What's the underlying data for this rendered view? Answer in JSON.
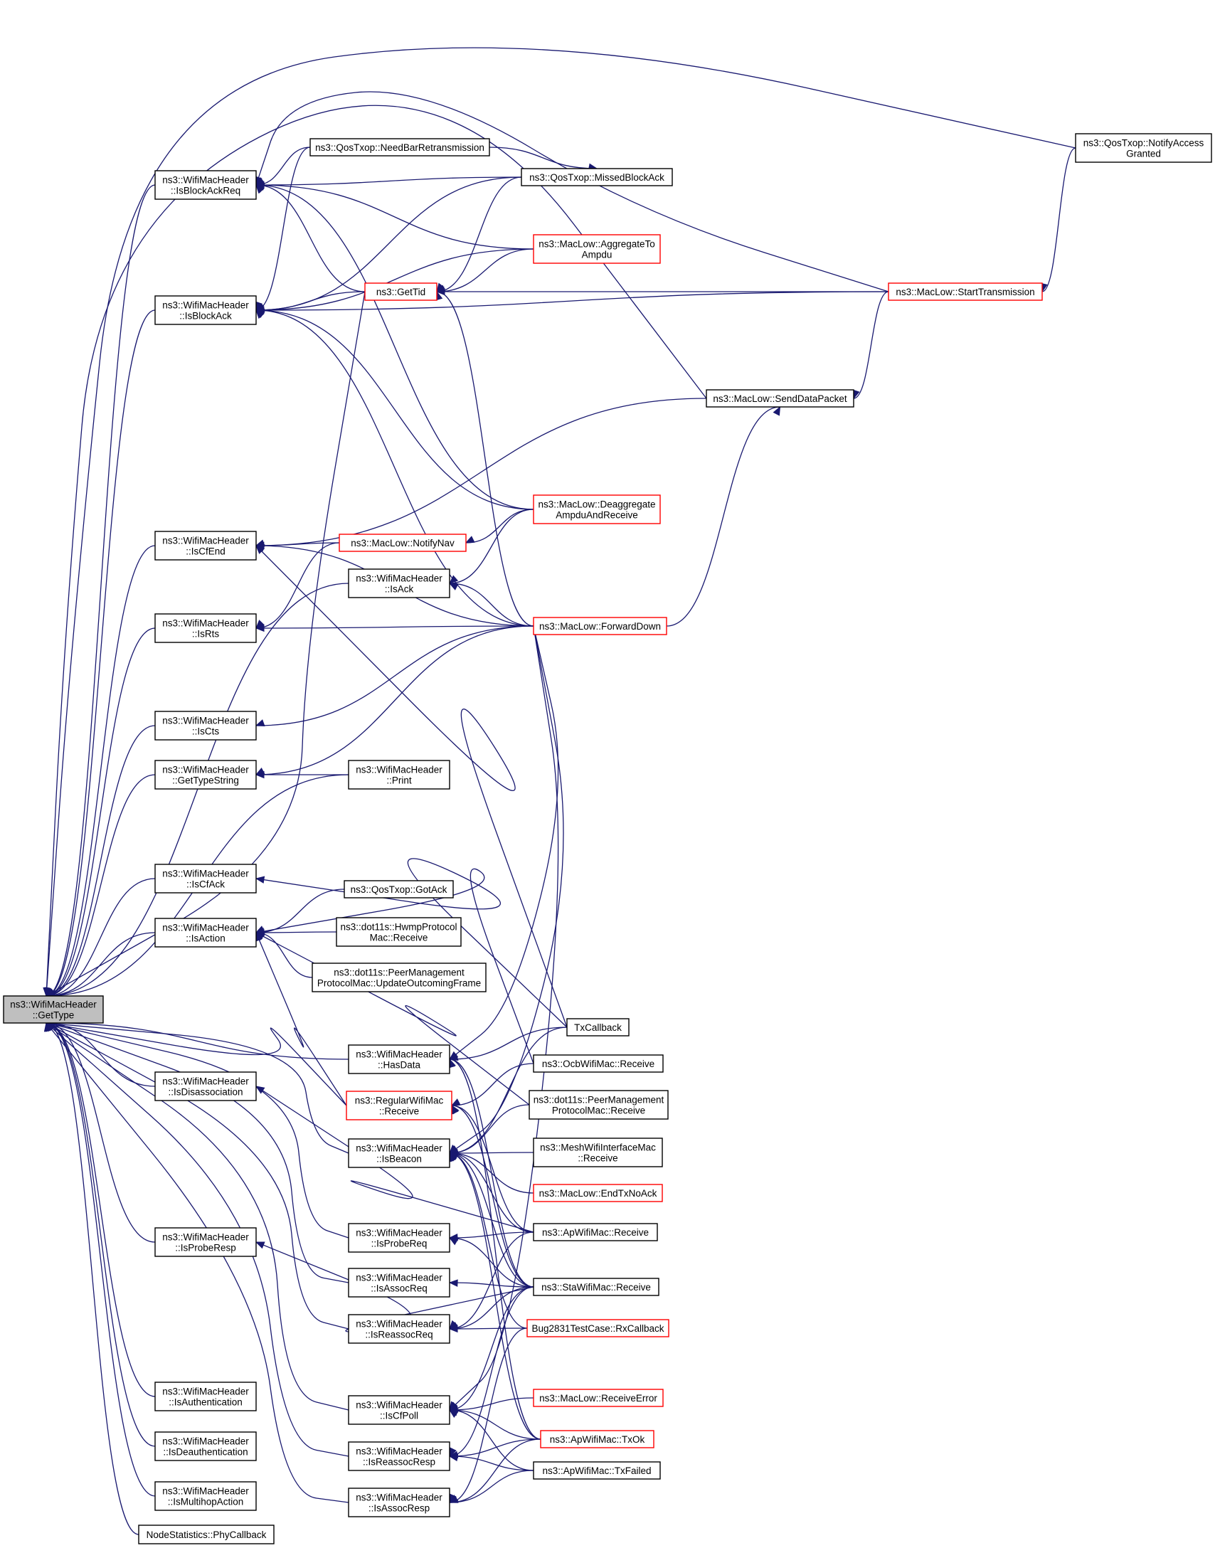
{
  "colors": {
    "edge": "#191970",
    "border_normal": "#000000",
    "border_truncated": "#ff0000",
    "root_fill": "#bfbfbf",
    "node_fill": "#ffffff"
  },
  "nodes": [
    {
      "id": "root",
      "lines": [
        "ns3::WifiMacHeader",
        "::GetType"
      ],
      "style": "root"
    },
    {
      "id": "isBlockAckReq",
      "lines": [
        "ns3::WifiMacHeader",
        "::IsBlockAckReq"
      ],
      "style": "normal"
    },
    {
      "id": "isBlockAck",
      "lines": [
        "ns3::WifiMacHeader",
        "::IsBlockAck"
      ],
      "style": "normal"
    },
    {
      "id": "isCfEnd",
      "lines": [
        "ns3::WifiMacHeader",
        "::IsCfEnd"
      ],
      "style": "normal"
    },
    {
      "id": "isRts",
      "lines": [
        "ns3::WifiMacHeader",
        "::IsRts"
      ],
      "style": "normal"
    },
    {
      "id": "isCts",
      "lines": [
        "ns3::WifiMacHeader",
        "::IsCts"
      ],
      "style": "normal"
    },
    {
      "id": "getTypeString",
      "lines": [
        "ns3::WifiMacHeader",
        "::GetTypeString"
      ],
      "style": "normal"
    },
    {
      "id": "isCfAck",
      "lines": [
        "ns3::WifiMacHeader",
        "::IsCfAck"
      ],
      "style": "normal"
    },
    {
      "id": "isAction",
      "lines": [
        "ns3::WifiMacHeader",
        "::IsAction"
      ],
      "style": "normal"
    },
    {
      "id": "isDisassociation",
      "lines": [
        "ns3::WifiMacHeader",
        "::IsDisassociation"
      ],
      "style": "normal"
    },
    {
      "id": "isProbeResp",
      "lines": [
        "ns3::WifiMacHeader",
        "::IsProbeResp"
      ],
      "style": "normal"
    },
    {
      "id": "isAuthentication",
      "lines": [
        "ns3::WifiMacHeader",
        "::IsAuthentication"
      ],
      "style": "normal"
    },
    {
      "id": "isDeauthentication",
      "lines": [
        "ns3::WifiMacHeader",
        "::IsDeauthentication"
      ],
      "style": "normal"
    },
    {
      "id": "isMultihopAction",
      "lines": [
        "ns3::WifiMacHeader",
        "::IsMultihopAction"
      ],
      "style": "normal"
    },
    {
      "id": "phyCallback",
      "lines": [
        "NodeStatistics::PhyCallback"
      ],
      "style": "normal"
    },
    {
      "id": "needBarRetrans",
      "lines": [
        "ns3::QosTxop::NeedBarRetransmission"
      ],
      "style": "normal"
    },
    {
      "id": "getTid",
      "lines": [
        "ns3::GetTid"
      ],
      "style": "truncated"
    },
    {
      "id": "notifyNav",
      "lines": [
        "ns3::MacLow::NotifyNav"
      ],
      "style": "truncated"
    },
    {
      "id": "isAck",
      "lines": [
        "ns3::WifiMacHeader",
        "::IsAck"
      ],
      "style": "normal"
    },
    {
      "id": "print",
      "lines": [
        "ns3::WifiMacHeader",
        "::Print"
      ],
      "style": "normal"
    },
    {
      "id": "gotAck",
      "lines": [
        "ns3::QosTxop::GotAck"
      ],
      "style": "normal"
    },
    {
      "id": "hwmpReceive",
      "lines": [
        "ns3::dot11s::HwmpProtocol",
        "Mac::Receive"
      ],
      "style": "normal"
    },
    {
      "id": "peerUpdate",
      "lines": [
        "ns3::dot11s::PeerManagement",
        "ProtocolMac::UpdateOutcomingFrame"
      ],
      "style": "normal"
    },
    {
      "id": "hasData",
      "lines": [
        "ns3::WifiMacHeader",
        "::HasData"
      ],
      "style": "normal"
    },
    {
      "id": "regularReceive",
      "lines": [
        "ns3::RegularWifiMac",
        "::Receive"
      ],
      "style": "truncated"
    },
    {
      "id": "isBeacon",
      "lines": [
        "ns3::WifiMacHeader",
        "::IsBeacon"
      ],
      "style": "normal"
    },
    {
      "id": "isProbeReq",
      "lines": [
        "ns3::WifiMacHeader",
        "::IsProbeReq"
      ],
      "style": "normal"
    },
    {
      "id": "isAssocReq",
      "lines": [
        "ns3::WifiMacHeader",
        "::IsAssocReq"
      ],
      "style": "normal"
    },
    {
      "id": "isReassocReq",
      "lines": [
        "ns3::WifiMacHeader",
        "::IsReassocReq"
      ],
      "style": "normal"
    },
    {
      "id": "isCfPoll",
      "lines": [
        "ns3::WifiMacHeader",
        "::IsCfPoll"
      ],
      "style": "normal"
    },
    {
      "id": "isReassocResp",
      "lines": [
        "ns3::WifiMacHeader",
        "::IsReassocResp"
      ],
      "style": "normal"
    },
    {
      "id": "isAssocResp",
      "lines": [
        "ns3::WifiMacHeader",
        "::IsAssocResp"
      ],
      "style": "normal"
    },
    {
      "id": "missedBlockAck",
      "lines": [
        "ns3::QosTxop::MissedBlockAck"
      ],
      "style": "normal"
    },
    {
      "id": "aggregateTo",
      "lines": [
        "ns3::MacLow::AggregateTo",
        "Ampdu"
      ],
      "style": "truncated"
    },
    {
      "id": "deaggregate",
      "lines": [
        "ns3::MacLow::Deaggregate",
        "AmpduAndReceive"
      ],
      "style": "truncated"
    },
    {
      "id": "forwardDown",
      "lines": [
        "ns3::MacLow::ForwardDown"
      ],
      "style": "truncated"
    },
    {
      "id": "txCallback",
      "lines": [
        "TxCallback"
      ],
      "style": "normal"
    },
    {
      "id": "ocbReceive",
      "lines": [
        "ns3::OcbWifiMac::Receive"
      ],
      "style": "normal"
    },
    {
      "id": "peerReceive",
      "lines": [
        "ns3::dot11s::PeerManagement",
        "ProtocolMac::Receive"
      ],
      "style": "normal"
    },
    {
      "id": "meshReceive",
      "lines": [
        "ns3::MeshWifiInterfaceMac",
        "::Receive"
      ],
      "style": "normal"
    },
    {
      "id": "endTxNoAck",
      "lines": [
        "ns3::MacLow::EndTxNoAck"
      ],
      "style": "truncated"
    },
    {
      "id": "apReceive",
      "lines": [
        "ns3::ApWifiMac::Receive"
      ],
      "style": "normal"
    },
    {
      "id": "staReceive",
      "lines": [
        "ns3::StaWifiMac::Receive"
      ],
      "style": "normal"
    },
    {
      "id": "bug2831",
      "lines": [
        "Bug2831TestCase::RxCallback"
      ],
      "style": "truncated"
    },
    {
      "id": "receiveError",
      "lines": [
        "ns3::MacLow::ReceiveError"
      ],
      "style": "truncated"
    },
    {
      "id": "apTxOk",
      "lines": [
        "ns3::ApWifiMac::TxOk"
      ],
      "style": "truncated"
    },
    {
      "id": "apTxFailed",
      "lines": [
        "ns3::ApWifiMac::TxFailed"
      ],
      "style": "normal"
    },
    {
      "id": "sendDataPacket",
      "lines": [
        "ns3::MacLow::SendDataPacket"
      ],
      "style": "normal"
    },
    {
      "id": "startTransmission",
      "lines": [
        "ns3::MacLow::StartTransmission"
      ],
      "style": "truncated"
    },
    {
      "id": "notifyAccessGranted",
      "lines": [
        "ns3::QosTxop::NotifyAccess",
        "Granted"
      ],
      "style": "normal"
    }
  ],
  "edges": [
    [
      "isBlockAckReq",
      "root"
    ],
    [
      "isBlockAck",
      "root"
    ],
    [
      "isCfEnd",
      "root"
    ],
    [
      "isRts",
      "root"
    ],
    [
      "isCts",
      "root"
    ],
    [
      "getTypeString",
      "root"
    ],
    [
      "isCfAck",
      "root"
    ],
    [
      "isAction",
      "root"
    ],
    [
      "isDisassociation",
      "root"
    ],
    [
      "isProbeResp",
      "root"
    ],
    [
      "isAuthentication",
      "root"
    ],
    [
      "isDeauthentication",
      "root"
    ],
    [
      "isMultihopAction",
      "root"
    ],
    [
      "phyCallback",
      "root"
    ],
    [
      "getTid",
      "root"
    ],
    [
      "isAck",
      "root"
    ],
    [
      "print",
      "root"
    ],
    [
      "hasData",
      "root"
    ],
    [
      "regularReceive",
      "root"
    ],
    [
      "isBeacon",
      "root"
    ],
    [
      "isProbeReq",
      "root"
    ],
    [
      "isAssocReq",
      "root"
    ],
    [
      "isReassocReq",
      "root"
    ],
    [
      "isCfPoll",
      "root"
    ],
    [
      "isReassocResp",
      "root"
    ],
    [
      "isAssocResp",
      "root"
    ],
    [
      "sendDataPacket",
      "root"
    ],
    [
      "notifyAccessGranted",
      "root"
    ],
    [
      "needBarRetrans",
      "isBlockAckReq"
    ],
    [
      "missedBlockAck",
      "isBlockAckReq"
    ],
    [
      "getTid",
      "isBlockAckReq"
    ],
    [
      "aggregateTo",
      "isBlockAckReq"
    ],
    [
      "deaggregate",
      "isBlockAckReq"
    ],
    [
      "startTransmission",
      "isBlockAckReq"
    ],
    [
      "needBarRetrans",
      "isBlockAck"
    ],
    [
      "missedBlockAck",
      "isBlockAck"
    ],
    [
      "getTid",
      "isBlockAck"
    ],
    [
      "aggregateTo",
      "isBlockAck"
    ],
    [
      "deaggregate",
      "isBlockAck"
    ],
    [
      "forwardDown",
      "isBlockAck"
    ],
    [
      "startTransmission",
      "isBlockAck"
    ],
    [
      "notifyNav",
      "isCfEnd"
    ],
    [
      "sendDataPacket",
      "isCfEnd"
    ],
    [
      "forwardDown",
      "isCfEnd"
    ],
    [
      "txCallback",
      "isCfEnd"
    ],
    [
      "notifyNav",
      "isRts"
    ],
    [
      "forwardDown",
      "isRts"
    ],
    [
      "forwardDown",
      "isCts"
    ],
    [
      "print",
      "getTypeString"
    ],
    [
      "forwardDown",
      "getTypeString"
    ],
    [
      "txCallback",
      "isCfAck"
    ],
    [
      "gotAck",
      "isAction"
    ],
    [
      "hwmpReceive",
      "isAction"
    ],
    [
      "peerUpdate",
      "isAction"
    ],
    [
      "regularReceive",
      "isAction"
    ],
    [
      "peerReceive",
      "isAction"
    ],
    [
      "ocbReceive",
      "isAction"
    ],
    [
      "needBarRetrans",
      "missedBlockAck"
    ],
    [
      "missedBlockAck",
      "getTid"
    ],
    [
      "aggregateTo",
      "getTid"
    ],
    [
      "startTransmission",
      "getTid"
    ],
    [
      "forwardDown",
      "getTid"
    ],
    [
      "deaggregate",
      "notifyNav"
    ],
    [
      "deaggregate",
      "isAck"
    ],
    [
      "forwardDown",
      "isAck"
    ],
    [
      "txCallback",
      "hasData"
    ],
    [
      "forwardDown",
      "hasData"
    ],
    [
      "staReceive",
      "hasData"
    ],
    [
      "apTxOk",
      "hasData"
    ],
    [
      "ocbReceive",
      "regularReceive"
    ],
    [
      "apReceive",
      "regularReceive"
    ],
    [
      "staReceive",
      "regularReceive"
    ],
    [
      "txCallback",
      "isBeacon"
    ],
    [
      "peerReceive",
      "isBeacon"
    ],
    [
      "meshReceive",
      "isBeacon"
    ],
    [
      "endTxNoAck",
      "isBeacon"
    ],
    [
      "apReceive",
      "isBeacon"
    ],
    [
      "staReceive",
      "isBeacon"
    ],
    [
      "bug2831",
      "isBeacon"
    ],
    [
      "forwardDown",
      "isBeacon"
    ],
    [
      "apTxOk",
      "isBeacon"
    ],
    [
      "apReceive",
      "isProbeReq"
    ],
    [
      "staReceive",
      "isProbeReq"
    ],
    [
      "staReceive",
      "isAssocReq"
    ],
    [
      "apReceive",
      "isReassocReq"
    ],
    [
      "staReceive",
      "isReassocReq"
    ],
    [
      "bug2831",
      "isReassocReq"
    ],
    [
      "receiveError",
      "isCfPoll"
    ],
    [
      "apTxOk",
      "isCfPoll"
    ],
    [
      "apTxFailed",
      "isCfPoll"
    ],
    [
      "staReceive",
      "isCfPoll"
    ],
    [
      "forwardDown",
      "isCfPoll"
    ],
    [
      "apTxOk",
      "isReassocResp"
    ],
    [
      "apTxFailed",
      "isReassocResp"
    ],
    [
      "staReceive",
      "isReassocResp"
    ],
    [
      "apTxOk",
      "isAssocResp"
    ],
    [
      "apTxFailed",
      "isAssocResp"
    ],
    [
      "bug2831",
      "isAssocResp"
    ],
    [
      "apReceive",
      "isDisassociation"
    ],
    [
      "staReceive",
      "isProbeResp"
    ],
    [
      "forwardDown",
      "sendDataPacket"
    ],
    [
      "startTransmission",
      "sendDataPacket"
    ],
    [
      "notifyAccessGranted",
      "startTransmission"
    ]
  ]
}
